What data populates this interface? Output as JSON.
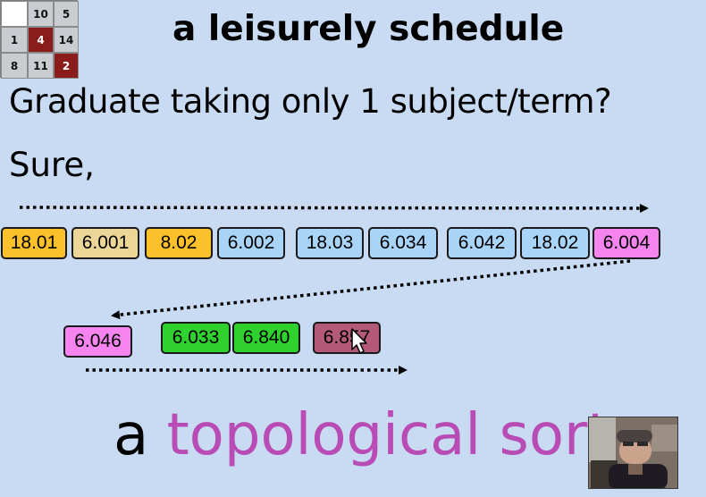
{
  "title": "a leisurely schedule",
  "line1": "Graduate taking only 1 subject/term?",
  "line2": "Sure,",
  "grid": {
    "cells": [
      {
        "text": "",
        "style": "white"
      },
      {
        "text": "10",
        "style": "light"
      },
      {
        "text": "5",
        "style": "light"
      },
      {
        "text": "1",
        "style": "light"
      },
      {
        "text": "4",
        "style": "dark"
      },
      {
        "text": "14",
        "style": "light"
      },
      {
        "text": "8",
        "style": "light"
      },
      {
        "text": "11",
        "style": "light"
      },
      {
        "text": "2",
        "style": "dark"
      }
    ]
  },
  "row1": [
    {
      "label": "18.01",
      "color": "#fcc02a"
    },
    {
      "label": "6.001",
      "color": "#ebd698"
    },
    {
      "label": "8.02",
      "color": "#fcc02a"
    },
    {
      "label": "6.002",
      "color": "#a9d3f7"
    },
    {
      "label": "18.03",
      "color": "#a9d3f7"
    },
    {
      "label": "6.034",
      "color": "#a9d3f7"
    },
    {
      "label": "6.042",
      "color": "#a9d3f7"
    },
    {
      "label": "18.02",
      "color": "#a9d3f7"
    },
    {
      "label": "6.004",
      "color": "#f584ee"
    }
  ],
  "row2": [
    {
      "label": "6.046",
      "color": "#f584ee"
    },
    {
      "label": "6.033",
      "color": "#2ed12e"
    },
    {
      "label": "6.840",
      "color": "#2ed12e"
    },
    {
      "label": "6.857",
      "color": "#b45a78"
    }
  ],
  "bottom": {
    "a": "a",
    "topological": "topological sort"
  },
  "colors": {
    "background": "#c9daf3",
    "accent_pink": "#b84bb4"
  },
  "icons": [
    "cursor-arrow-icon"
  ]
}
